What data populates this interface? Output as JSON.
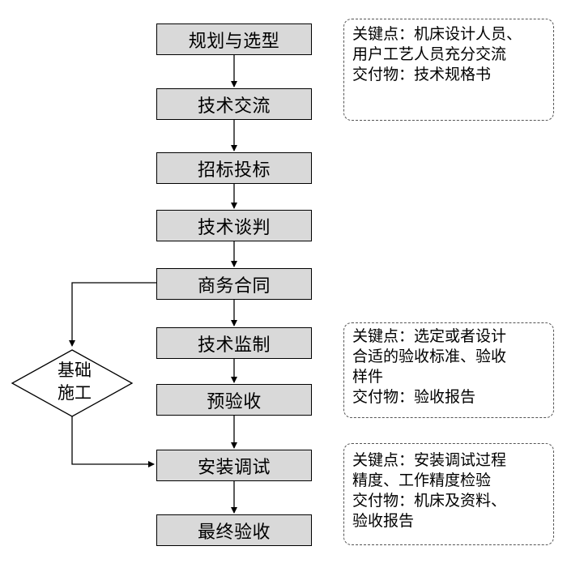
{
  "flow": {
    "steps": [
      "规划与选型",
      "技术交流",
      "招标投标",
      "技术谈判",
      "商务合同",
      "技术监制",
      "预验收",
      "安装调试",
      "最终验收"
    ],
    "branch": {
      "line1": "基础",
      "line2": "施工"
    }
  },
  "notes": [
    {
      "lines": [
        "关键点：机床设计人员、",
        "用户工艺人员充分交流",
        "交付物：技术规格书"
      ]
    },
    {
      "lines": [
        "关键点：选定或者设计",
        "合适的验收标准、验收",
        "样件",
        "交付物：验收报告"
      ]
    },
    {
      "lines": [
        "关键点：安装调试过程",
        "精度、工作精度检验",
        "交付物：机床及资料、",
        "验收报告"
      ]
    }
  ]
}
